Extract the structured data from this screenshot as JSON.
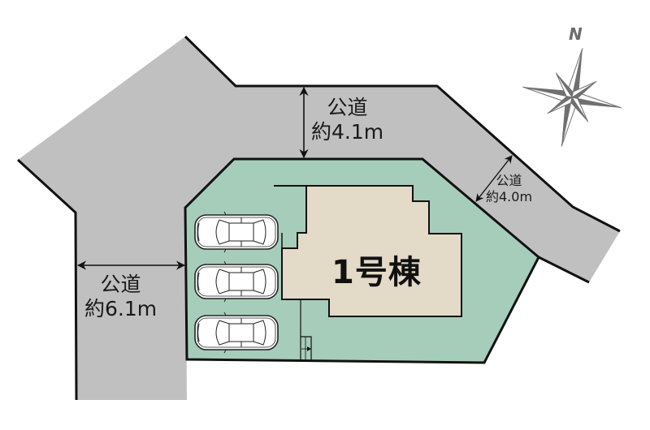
{
  "compass": {
    "north_label": "N",
    "color": "#707070"
  },
  "roads": {
    "north": {
      "type": "公道",
      "width": "約4.1m"
    },
    "east": {
      "type": "公道",
      "width": "約4.0m"
    },
    "west": {
      "type": "公道",
      "width": "約6.1m"
    }
  },
  "building": {
    "label": "1号棟"
  },
  "parking": {
    "count": 3
  },
  "colors": {
    "road": "#c0c0c0",
    "lot": "#a6cdb9",
    "building": "#e3dac7",
    "outline": "#111111"
  }
}
